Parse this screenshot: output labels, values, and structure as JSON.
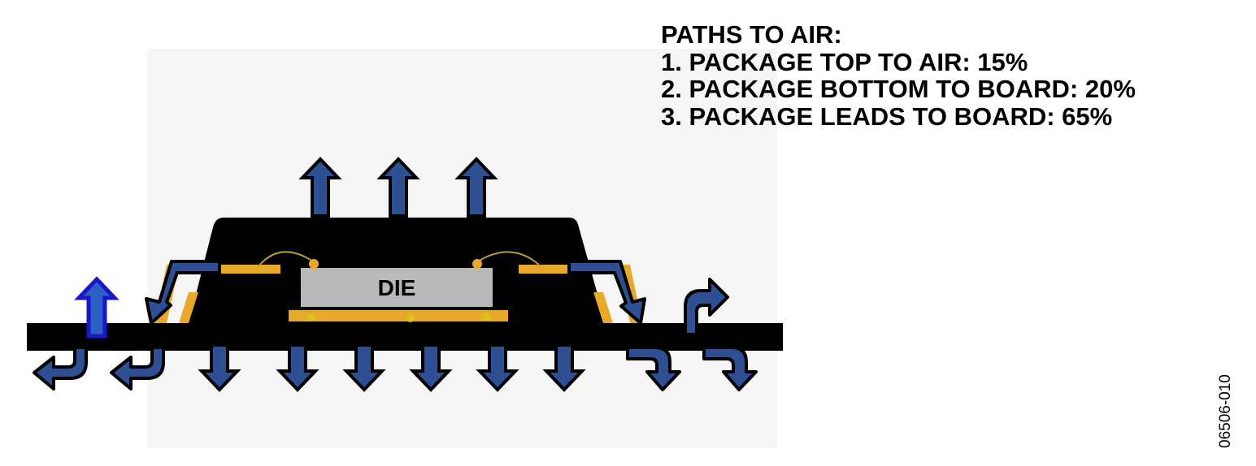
{
  "legend": {
    "title": "PATHS TO AIR:",
    "items": [
      "1. PACKAGE TOP TO AIR: 15%",
      "2. PACKAGE BOTTOM TO BOARD: 20%",
      "3. PACKAGE LEADS TO BOARD: 65%"
    ]
  },
  "die_label": "DIE",
  "figure_id": "06506-010",
  "colors": {
    "arrow_fill": "#2f4f94",
    "arrow_outline": "#000000",
    "highlight_arrow_fill": "#2d5fc4",
    "highlight_arrow_outline": "#1a17c9",
    "package_body": "#000000",
    "board": "#000000",
    "die": "#b9b9b9",
    "lead_frame": "#e8a82a",
    "background_panel": "#f6f6f6"
  }
}
